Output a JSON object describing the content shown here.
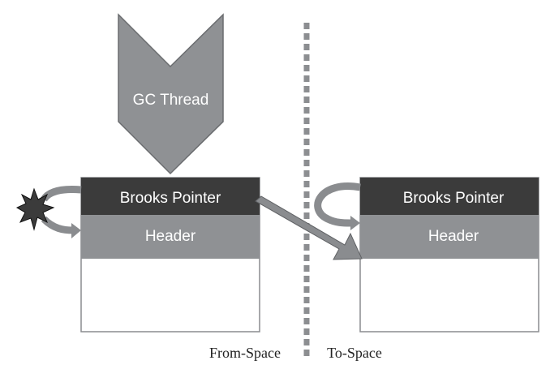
{
  "gc_thread": {
    "label": "GC Thread"
  },
  "from_object": {
    "pointer_label": "Brooks Pointer",
    "header_label": "Header"
  },
  "to_object": {
    "pointer_label": "Brooks Pointer",
    "header_label": "Header"
  },
  "spaces": {
    "from_label": "From-Space",
    "to_label": "To-Space"
  },
  "colors": {
    "pointer_fill": "#3b3b3b",
    "header_fill": "#8f9194",
    "arrow_fill": "#8a8c8f",
    "arrow_stroke": "#5f6164",
    "box_border": "#8a8c8f",
    "divider": "#8c8e91"
  },
  "icons": {
    "collision": "starburst-icon"
  }
}
